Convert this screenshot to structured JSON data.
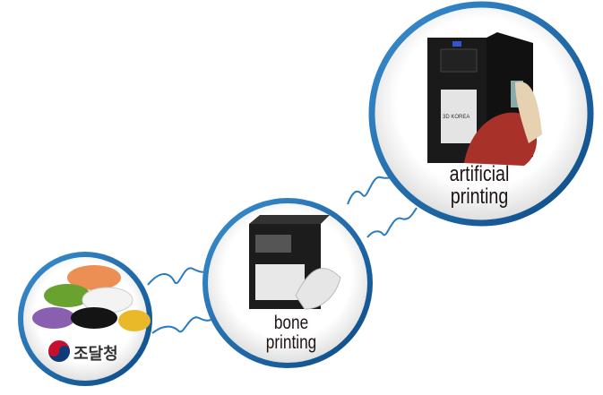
{
  "stages": [
    {
      "id": "filament",
      "logo_text": "조달청"
    },
    {
      "id": "bone",
      "label_line1": "bone",
      "label_line2": "printing"
    },
    {
      "id": "artificial",
      "label_line1": "artificial",
      "label_line2": "printing",
      "printer_brand": "3D KOREA"
    }
  ],
  "colors": {
    "ring": "#1f6aa5",
    "ring_dark": "#0d4a82",
    "connector": "#2a7bc0"
  }
}
